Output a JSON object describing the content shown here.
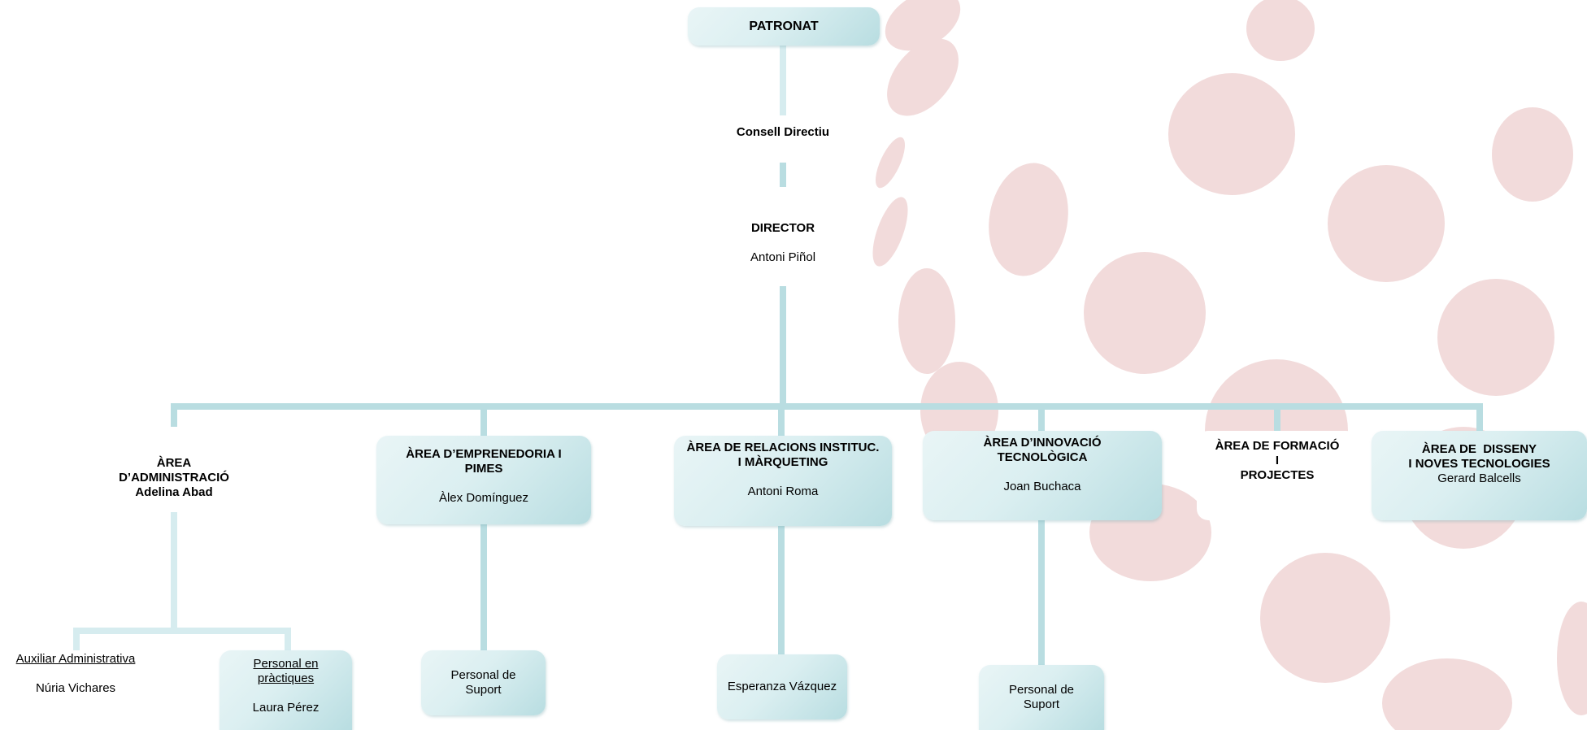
{
  "colors": {
    "connector": "#b9dde1",
    "connector_light": "#d6ecef",
    "box_light": "#e9f5f6",
    "box_dark": "#b8dde1",
    "dot": "#f2dbdb"
  },
  "top": {
    "patronat": "PATRONAT",
    "consell": "Consell Directiu",
    "director_title": "DIRECTOR",
    "director_name": "Antoni Piñol"
  },
  "areas": {
    "administracio": {
      "line1": "ÀREA",
      "line2": "D’ADMINISTRACIÓ",
      "person": "Adelina Abad"
    },
    "emprenedoria": {
      "title": "ÀREA D’EMPRENEDORIA I PIMES",
      "person": "Àlex Domínguez"
    },
    "relacions": {
      "line1": "ÀREA DE RELACIONS INSTITUC.",
      "line2": "I MÀRQUETING",
      "person": "Antoni Roma"
    },
    "innovacio": {
      "line1": "ÀREA D’INNOVACIÓ",
      "line2": "TECNOLÒGICA",
      "person": "Joan Buchaca"
    },
    "formacio": {
      "line1": "ÀREA DE FORMACIÓ",
      "line2": "I",
      "line3": "PROJECTES"
    },
    "disseny": {
      "line1": "ÀREA DE  DISSENY",
      "line2": "I NOVES TECNOLOGIES",
      "person": "Gerard Balcells"
    }
  },
  "staff": {
    "auxiliar": {
      "title": "Auxiliar Administrativa",
      "person": "Núria Vichares"
    },
    "practiques": {
      "title_line1": "Personal en",
      "title_line2": "pràctiques",
      "person": "Laura Pérez"
    },
    "suport1": {
      "line1": "Personal de",
      "line2": "Suport"
    },
    "esperanza": {
      "person": "Esperanza Vázquez"
    },
    "suport2": {
      "line1": "Personal de",
      "line2": "Suport"
    }
  }
}
